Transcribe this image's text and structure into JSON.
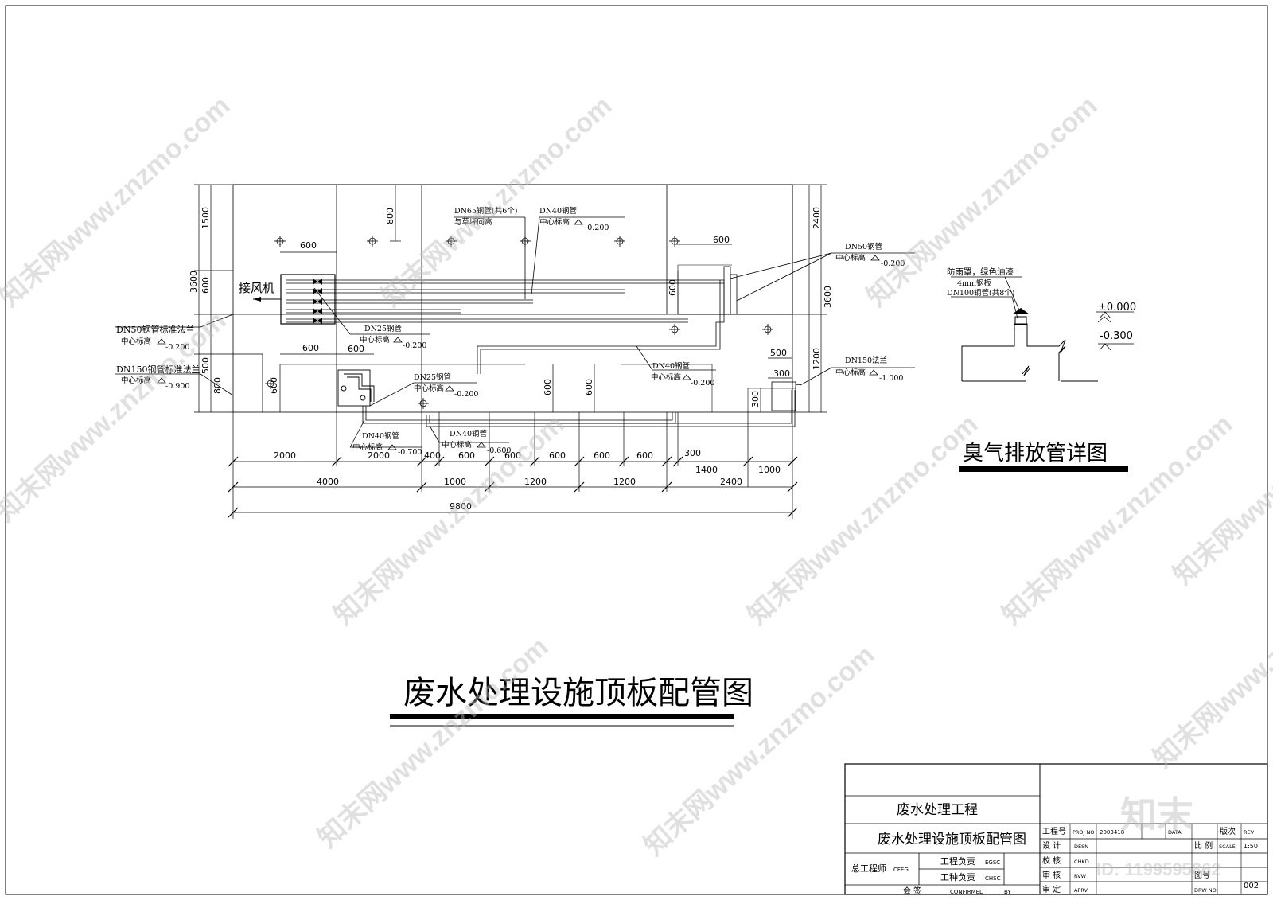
{
  "drawing": {
    "main_title": "废水处理设施顶板配管图",
    "detail_title": "臭气排放管详图"
  },
  "plan": {
    "fan_label": "接风机",
    "dn65": "DN65钢管(共6个)",
    "dn65_sub": "与草坪同高",
    "dn40_top": "DN40钢管",
    "dn40_top_sub": "中心标高",
    "dn40_top_val": "-0.200",
    "dn50_right": "DN50钢管",
    "dn50_right_sub": "中心标高",
    "dn50_right_val": "-0.200",
    "dn50_flange": "DN50钢管标准法兰",
    "dn50_flange_sub": "中心标高",
    "dn50_flange_val": "-0.200",
    "dn150_flange_left": "DN150钢管标准法兰",
    "dn150_flange_left_sub": "中心标高",
    "dn150_flange_left_val": "-0.900",
    "dn25_a": "DN25钢管",
    "dn25_a_sub": "中心标高",
    "dn25_a_val": "-0.200",
    "dn25_b": "DN25钢管",
    "dn25_b_sub": "中心标高",
    "dn25_b_val": "-0.200",
    "dn40_mid": "DN40钢管",
    "dn40_mid_sub": "中心标高",
    "dn40_mid_val": "-0.200",
    "dn150_right": "DN150法兰",
    "dn150_right_sub": "中心标高",
    "dn150_right_val": "-1.000",
    "dn40_low_a": "DN40钢管",
    "dn40_low_a_sub": "中心标高",
    "dn40_low_a_val": "-0.700",
    "dn40_low_b": "DN40钢管",
    "dn40_low_b_sub": "中心标高",
    "dn40_low_b_val": "-0.600"
  },
  "dims": {
    "left_1500": "1500",
    "left_3600": "3600",
    "left_600": "600",
    "left_500": "500",
    "left_800": "800",
    "right_2400": "2400",
    "right_3600": "3600",
    "right_1200": "1200",
    "top_800": "800",
    "top_600_left": "600",
    "top_600_right": "600",
    "v_600_r": "600",
    "d_500": "500",
    "d_300": "300",
    "d_300b": "300",
    "mid_600a": "600",
    "mid_600b": "600",
    "mid_600_l": "600",
    "mid_600_c": "600",
    "mid_600_r": "600",
    "row1": [
      "2000",
      "2000",
      "400",
      "600",
      "600",
      "600",
      "600",
      "600",
      "300"
    ],
    "row1b": [
      "1400",
      "1000"
    ],
    "row2": [
      "4000",
      "1000",
      "1200",
      "1200",
      "2400"
    ],
    "total": "9800"
  },
  "detail": {
    "cap": "防雨罩，绿色油漆",
    "plate": "4mm钢板",
    "pipe": "DN100钢管(共8个)",
    "elev_top": "±0.000",
    "elev_low": "-0.300"
  },
  "titleblock": {
    "project": "废水处理工程",
    "drawing": "废水处理设施顶板配管图",
    "chief": "总工程师",
    "chief_en": "CFEG",
    "eng_lead": "工程负责",
    "eng_lead_en": "EGSC",
    "disc_lead": "工种负责",
    "disc_lead_en": "CHSC",
    "countersign": "会  签",
    "confirmed": "CONFIRMED",
    "by": "BY",
    "proj_no": "工程号",
    "proj_no_en": "PROJ NO",
    "proj_no_val": "2003418",
    "date_en": "DATA",
    "rev_cn": "版次",
    "rev_en": "REV",
    "design": "设 计",
    "design_en": "DESN",
    "scale_cn": "比 例",
    "scale_en": "SCALE",
    "scale_val": "1:50",
    "check": "校 核",
    "check_en": "CHKD",
    "review": "审 核",
    "review_en": "RVW",
    "approve": "审 定",
    "approve_en": "APRV",
    "dwg_no_cn": "图号",
    "dwg_no_en": "DRW NO",
    "dwg_no_val": "002"
  },
  "watermark": {
    "text": "知末网www.znzmo.com",
    "logo": "知末",
    "id": "ID: 1199595862"
  }
}
